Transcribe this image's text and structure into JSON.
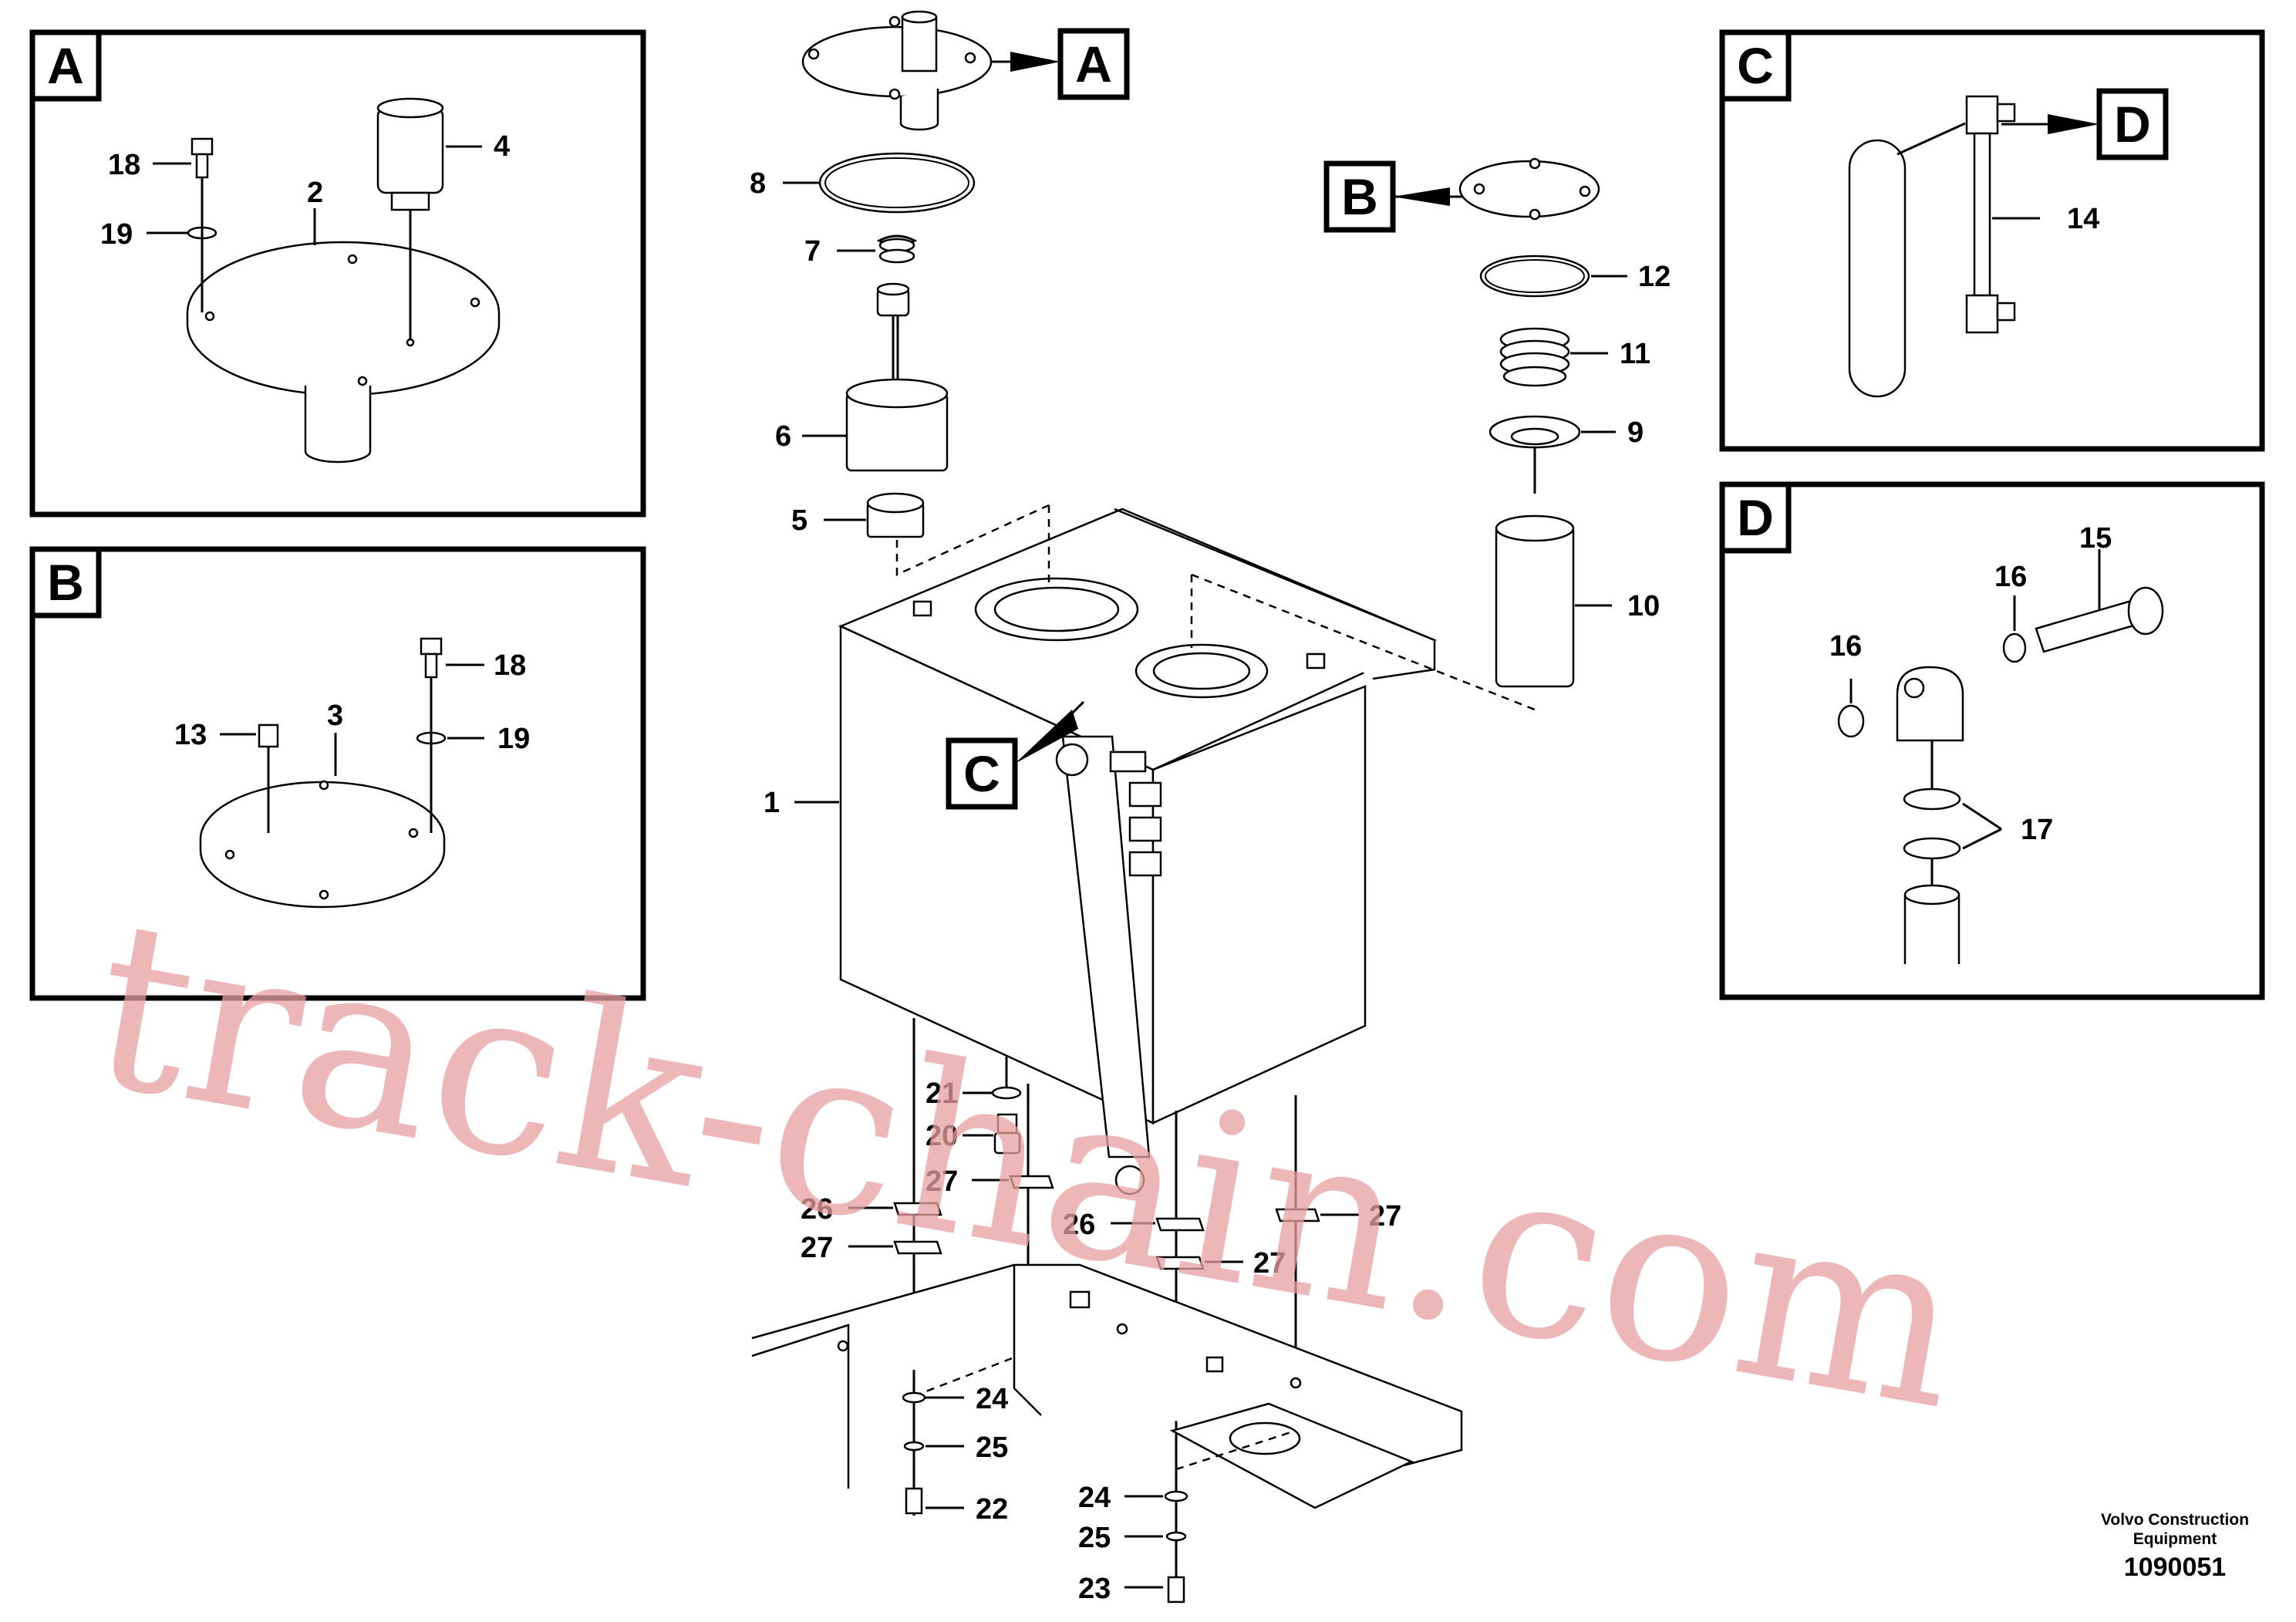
{
  "document": {
    "footer_company_line1": "Volvo Construction",
    "footer_company_line2": "Equipment",
    "footer_drawing_number": "1090051",
    "watermark": "track-chain.com"
  },
  "callouts": {
    "A": "A",
    "B": "B",
    "C": "C",
    "D": "D"
  },
  "part_numbers": {
    "p1": "1",
    "p2": "2",
    "p3": "3",
    "p4": "4",
    "p5": "5",
    "p6": "6",
    "p7": "7",
    "p8": "8",
    "p9": "9",
    "p10": "10",
    "p11": "11",
    "p12": "12",
    "p13": "13",
    "p14": "14",
    "p15": "15",
    "p16": "16",
    "p17": "17",
    "p18": "18",
    "p19": "19",
    "p20": "20",
    "p21": "21",
    "p22": "22",
    "p23": "23",
    "p24": "24",
    "p25": "25",
    "p26": "26",
    "p27": "27"
  }
}
